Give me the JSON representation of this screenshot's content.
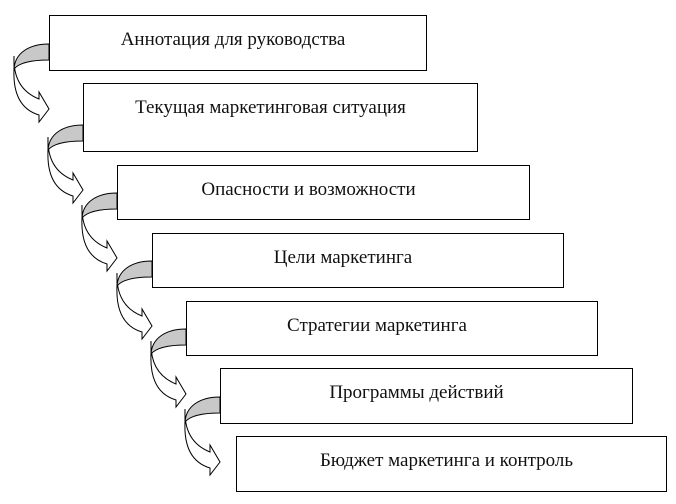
{
  "diagram": {
    "type": "sequential-flow",
    "description": "Staircase of plan sections connected by curved arrows",
    "steps": [
      {
        "label": "Аннотация для руководства"
      },
      {
        "label": "Текущая маркетинговая ситуация"
      },
      {
        "label": "Опасности и возможности"
      },
      {
        "label": "Цели маркетинга"
      },
      {
        "label": "Стратегии маркетинга"
      },
      {
        "label": "Программы действий"
      },
      {
        "label": "Бюджет маркетинга и контроль"
      }
    ],
    "colors": {
      "arrow_ribbon": "#c8c8c8",
      "arrow_body": "#ffffff",
      "stroke": "#000000"
    }
  }
}
